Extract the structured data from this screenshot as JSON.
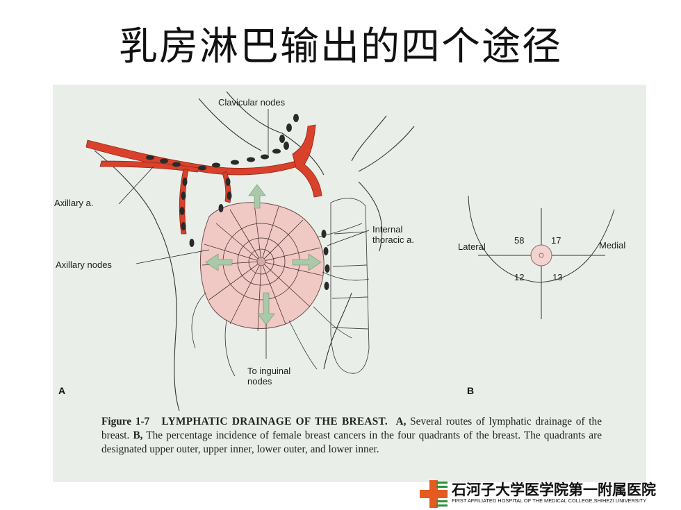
{
  "slide": {
    "title": "乳房淋巴输出的四个途径"
  },
  "figure": {
    "labels": {
      "clavicular_nodes": "Clavicular nodes",
      "axillary_a": "Axillary a.",
      "axillary_nodes": "Axillary nodes",
      "internal_thoracic_line1": "Internal",
      "internal_thoracic_line2": "thoracic a.",
      "to_inguinal_line1": "To inguinal",
      "to_inguinal_line2": "nodes",
      "panel_a": "A",
      "panel_b": "B",
      "lateral": "Lateral",
      "medial": "Medial"
    },
    "quadrants": {
      "upper_outer": "58",
      "upper_inner": "17",
      "lower_outer": "12",
      "lower_inner": "13"
    },
    "caption": {
      "figure_id": "Figure 1-7",
      "figure_title": "LYMPHATIC DRAINAGE OF THE BREAST.",
      "part_a_marker": "A,",
      "part_a_text": "Several routes of lymphatic drainage of the breast.",
      "part_b_marker": "B,",
      "part_b_text": "The percentage incidence of female breast cancers in the four quadrants of the breast. The quadrants are designated upper outer, upper inner, lower outer, and lower inner."
    },
    "colors": {
      "artery": "#d9412b",
      "nodes": "#2a2a2a",
      "breast_tissue": "#f0c8c4",
      "arrows": "#a9c9a8",
      "background": "#e9efe8"
    }
  },
  "logo": {
    "name_cn": "石河子大学医学院第一附属医院",
    "name_en": "FIRST AFFILIATED HOSPITAL OF THE MEDICAL COLLEGE,SHIHEZI UNIVERSITY",
    "icon": "cross-logo-icon"
  }
}
